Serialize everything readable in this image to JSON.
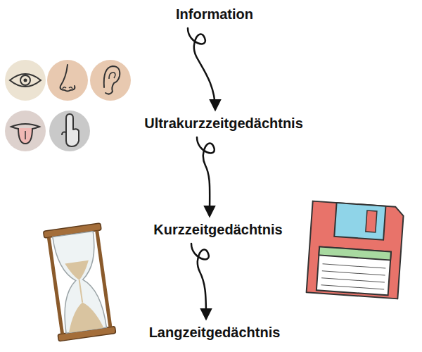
{
  "diagram": {
    "nodes": [
      {
        "text": [
          "Information"
        ]
      },
      {
        "text": [
          "Ultrakurzzeitgedächtnis"
        ]
      },
      {
        "text": [
          "Kurzzeitgedächtnis"
        ]
      },
      {
        "text": [
          "Langzeitgedächtnis"
        ]
      }
    ],
    "edges": [
      {
        "from": 0,
        "to": 1,
        "arrow": "to"
      },
      {
        "from": 1,
        "to": 2,
        "arrow": "to"
      },
      {
        "from": 2,
        "to": 3,
        "arrow": "to"
      }
    ]
  }
}
